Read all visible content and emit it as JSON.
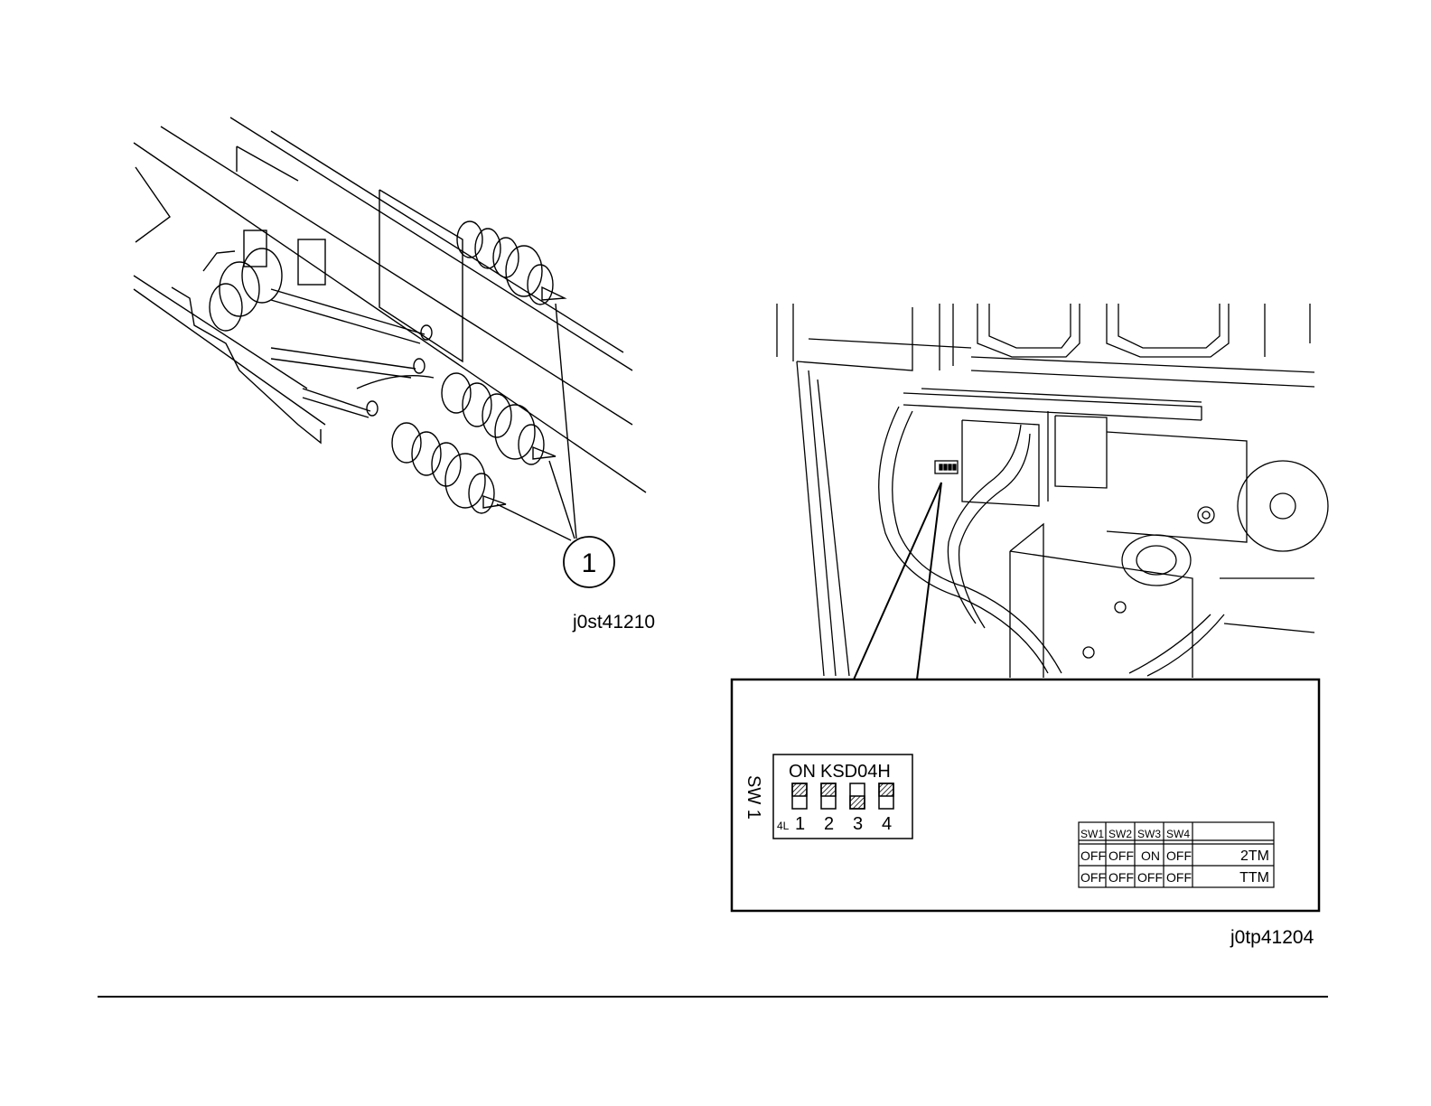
{
  "figure1": {
    "callout": "1",
    "code": "j0st41210"
  },
  "figure2": {
    "code": "j0tp41204",
    "dip": {
      "side_label": "SW 1",
      "on_label": "ON",
      "model": "KSD04H",
      "corner_label": "4L",
      "positions": [
        "1",
        "2",
        "3",
        "4"
      ]
    },
    "table": {
      "headers": [
        "SW1",
        "SW2",
        "SW3",
        "SW4"
      ],
      "rows": [
        {
          "cells": [
            "OFF",
            "OFF",
            "ON",
            "OFF"
          ],
          "mode": "2TM"
        },
        {
          "cells": [
            "OFF",
            "OFF",
            "OFF",
            "OFF"
          ],
          "mode": "TTM"
        }
      ]
    }
  }
}
